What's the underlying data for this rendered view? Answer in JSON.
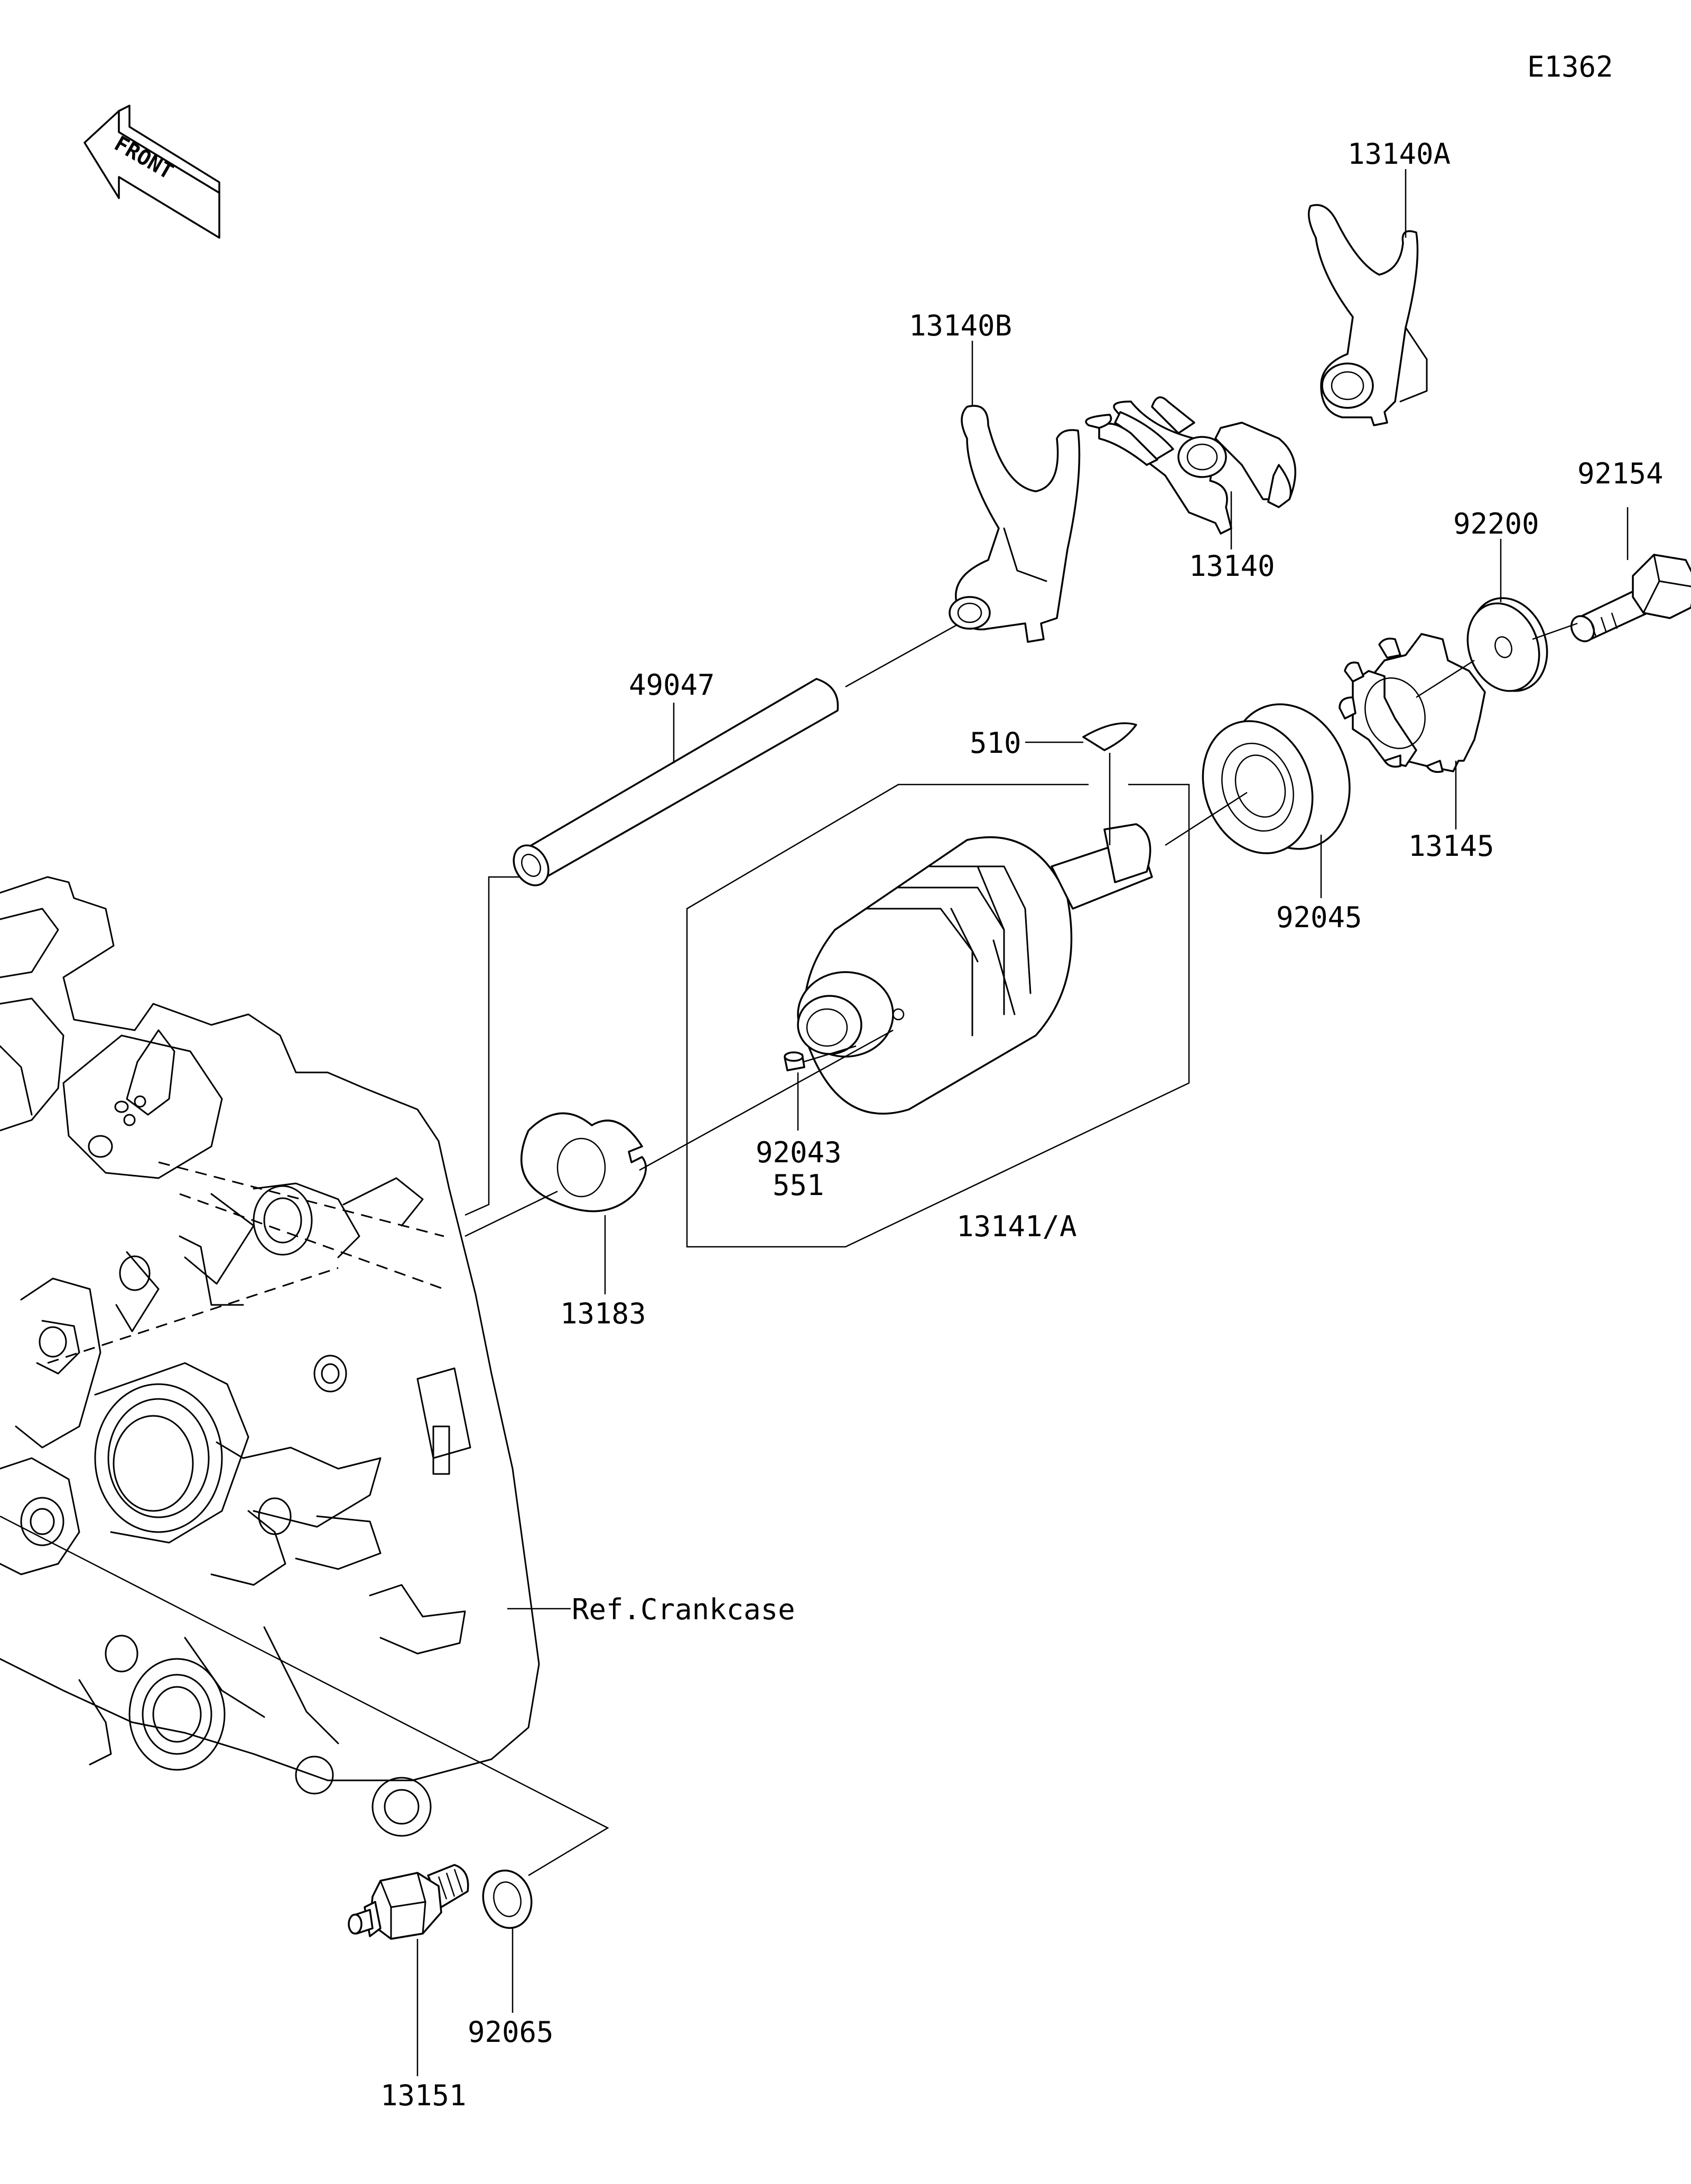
{
  "diagram": {
    "code": "E1362",
    "direction_indicator": "FRONT",
    "parts": [
      {
        "id": "13140A"
      },
      {
        "id": "13140B"
      },
      {
        "id": "13140"
      },
      {
        "id": "92154"
      },
      {
        "id": "92200"
      },
      {
        "id": "49047"
      },
      {
        "id": "510"
      },
      {
        "id": "13145"
      },
      {
        "id": "92045"
      },
      {
        "id": "92043"
      },
      {
        "id": "551"
      },
      {
        "id": "13141/A"
      },
      {
        "id": "13183"
      },
      {
        "id": "92065"
      },
      {
        "id": "13151"
      }
    ],
    "reference_label": "Ref.Crankcase"
  }
}
